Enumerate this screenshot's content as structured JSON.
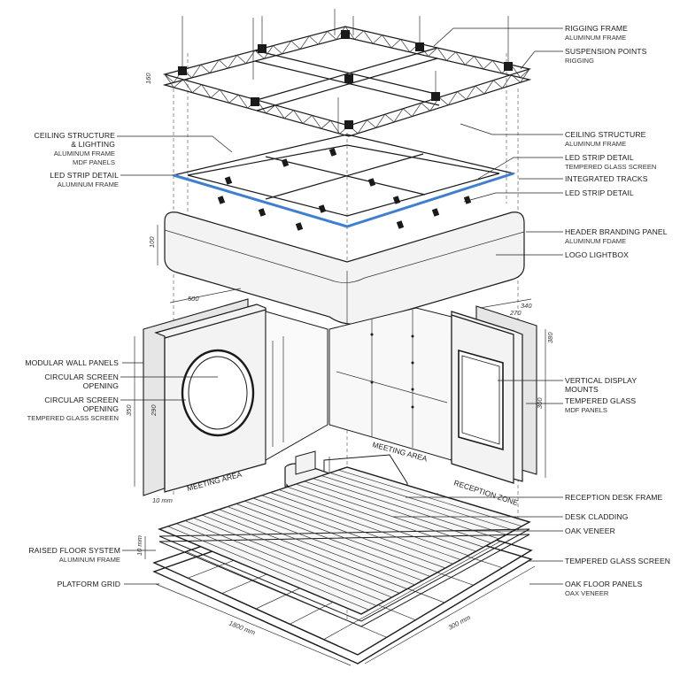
{
  "labels": {
    "rigging_frame": "RIGGING FRAME",
    "rigging_frame_sub": "ALUMINUM FRAME",
    "suspension_points": "SUSPENSION POINTS",
    "suspension_points_sub": "RIGGING",
    "ceiling_structure_left_1": "CEILING STRUCTURE",
    "ceiling_structure_left_2": "& LIGHTING",
    "ceiling_structure_left_3": "ALUMINUM FRAME",
    "ceiling_structure_left_4": "MDF PANELS",
    "led_strip_detail_left": "LED STRIP DETAIL",
    "led_strip_detail_left_sub": "ALUMINUM FRAME",
    "ceiling_structure_right": "CEILING STRUCTURE",
    "ceiling_structure_right_sub": "ALUMINUM FRAME",
    "led_strip_detail_right": "LED STRIP DETAIL",
    "led_strip_detail_right_sub": "TEMPERED GLASS SCREEN",
    "integrated_tracks": "INTEGRATED TRACKS",
    "led_strip_detail_right_2": "LED STRIP DETAIL",
    "header_branding_panel": "HEADER BRANDING PANEL",
    "header_branding_panel_sub": "ALUMINUM FDAME",
    "logo_lightbox": "LOGO LIGHTBOX",
    "modular_wall_panels": "MODULAR WALL PANELS",
    "circular_screen_opening_1": "CIRCULAR SCREEN",
    "circular_screen_opening_1b": "OPENING",
    "circular_screen_opening_2": "CIRCULAR SCREEN",
    "circular_screen_opening_2b": "OPENING",
    "circular_screen_opening_2_sub": "TEMPERED GLASS SCREEN",
    "vertical_display_mounts_1": "VERTICAL DISPLAY",
    "vertical_display_mounts_2": "MOUNTS",
    "tempered_glass_right": "TEMPERED GLASS",
    "tempered_glass_right_sub": "MDF PANELS",
    "reception_desk_frame": "RECEPTION DESK FRAME",
    "desk_cladding": "DESK CLADDING",
    "oak_veneer": "OAK VENEER",
    "raised_floor_system": "RAISED FLOOR SYSTEM",
    "raised_floor_system_sub": "ALUMINUM FRAME",
    "platform_grid": "PLATFORM GRID",
    "tempered_glass_screen_floor": "TEMPERED GLASS SCREEN",
    "oak_floor_panels": "OAK FLOOR PANELS",
    "oak_floor_panels_sub": "OAX VENEER"
  },
  "zones": {
    "meeting_area_left": "MEETING AREA",
    "meeting_area_center": "MEETING AREA",
    "reception_zone": "RECEPTION ZONE"
  },
  "dimensions": {
    "header_height": "100",
    "left_wall_width": "500",
    "left_wall_height": "350",
    "left_wall_inner": "290",
    "right_wall_width_1": "340",
    "right_wall_width_2": "270",
    "right_wall_height_1": "380",
    "right_wall_height_2": "300",
    "wall_thickness": "10 mm",
    "floor_thickness": "10 mm",
    "floor_length": "1800 mm",
    "floor_depth": "300 mm"
  },
  "colors": {
    "line": "#1a1a1a",
    "led_strip": "#3f7fd0",
    "panel_fill": "#f3f3f3"
  }
}
